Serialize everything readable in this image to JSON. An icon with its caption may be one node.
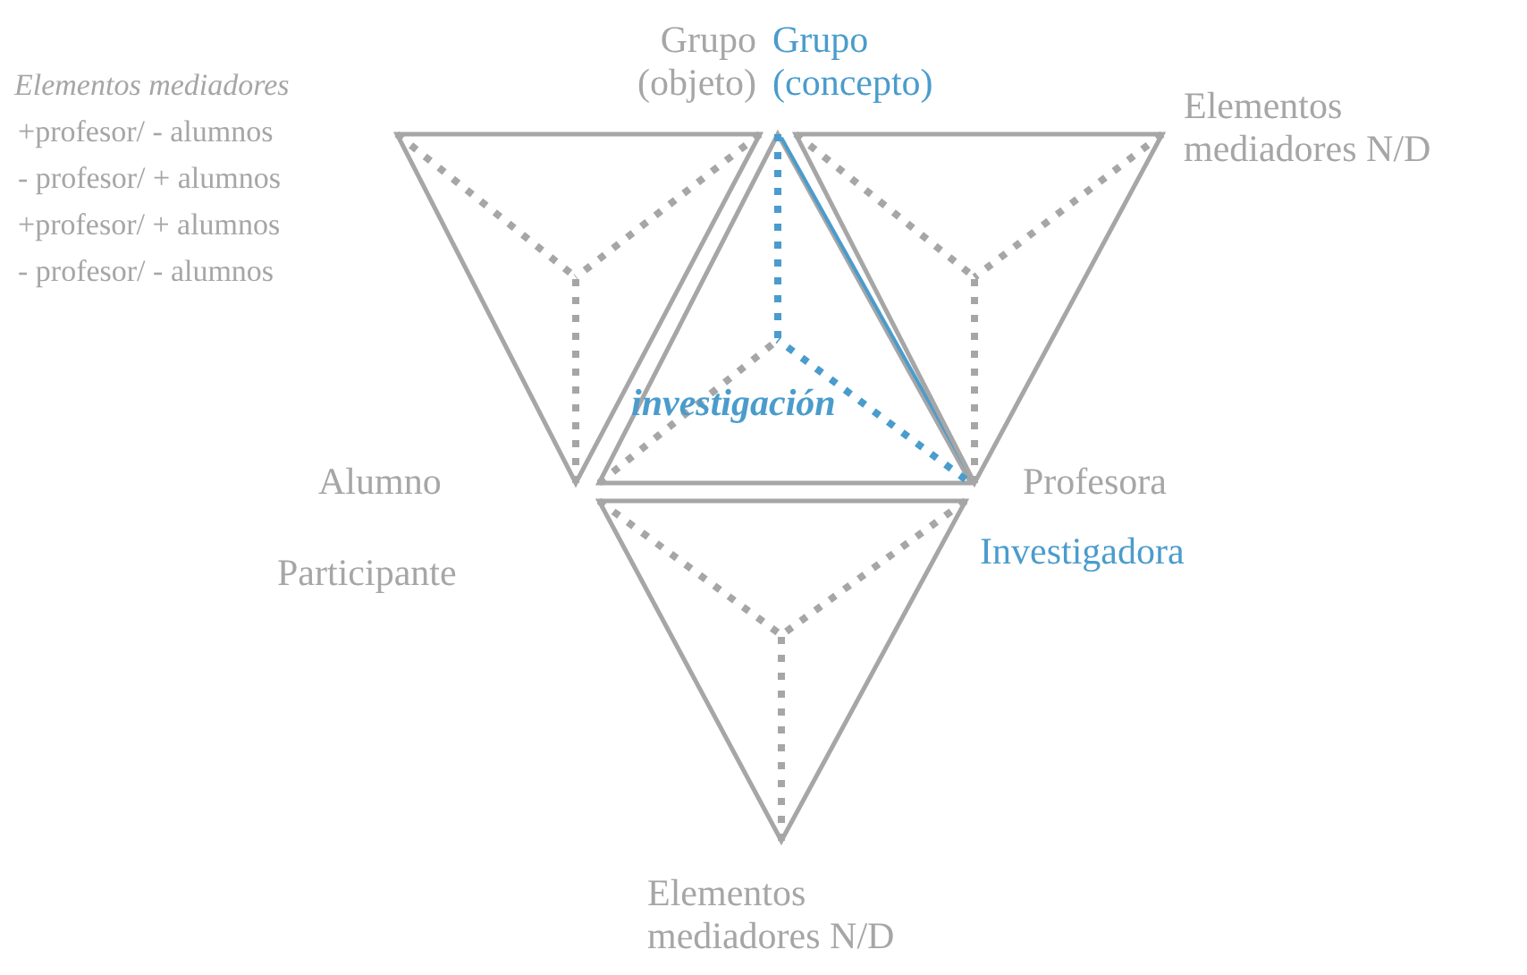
{
  "diagram": {
    "nodes": [
      {
        "text": [],
        "shape": "triangle"
      },
      {
        "text": [
          "investigación"
        ]
      },
      {
        "text": [],
        "shape": "triangle"
      },
      {
        "text": [],
        "shape": "triangle"
      }
    ],
    "labels": [
      "Grupo (objeto)",
      "Grupo (concepto)",
      "Elementos mediadores",
      "+profesor/ - alumnos",
      "- profesor/ + alumnos",
      "+profesor/ + alumnos",
      "- profesor/ - alumnos",
      "Elementos mediadores N/D",
      "Alumno",
      "Profesora",
      "Participante",
      "Investigadora",
      "Elementos mediadores N/D"
    ]
  }
}
